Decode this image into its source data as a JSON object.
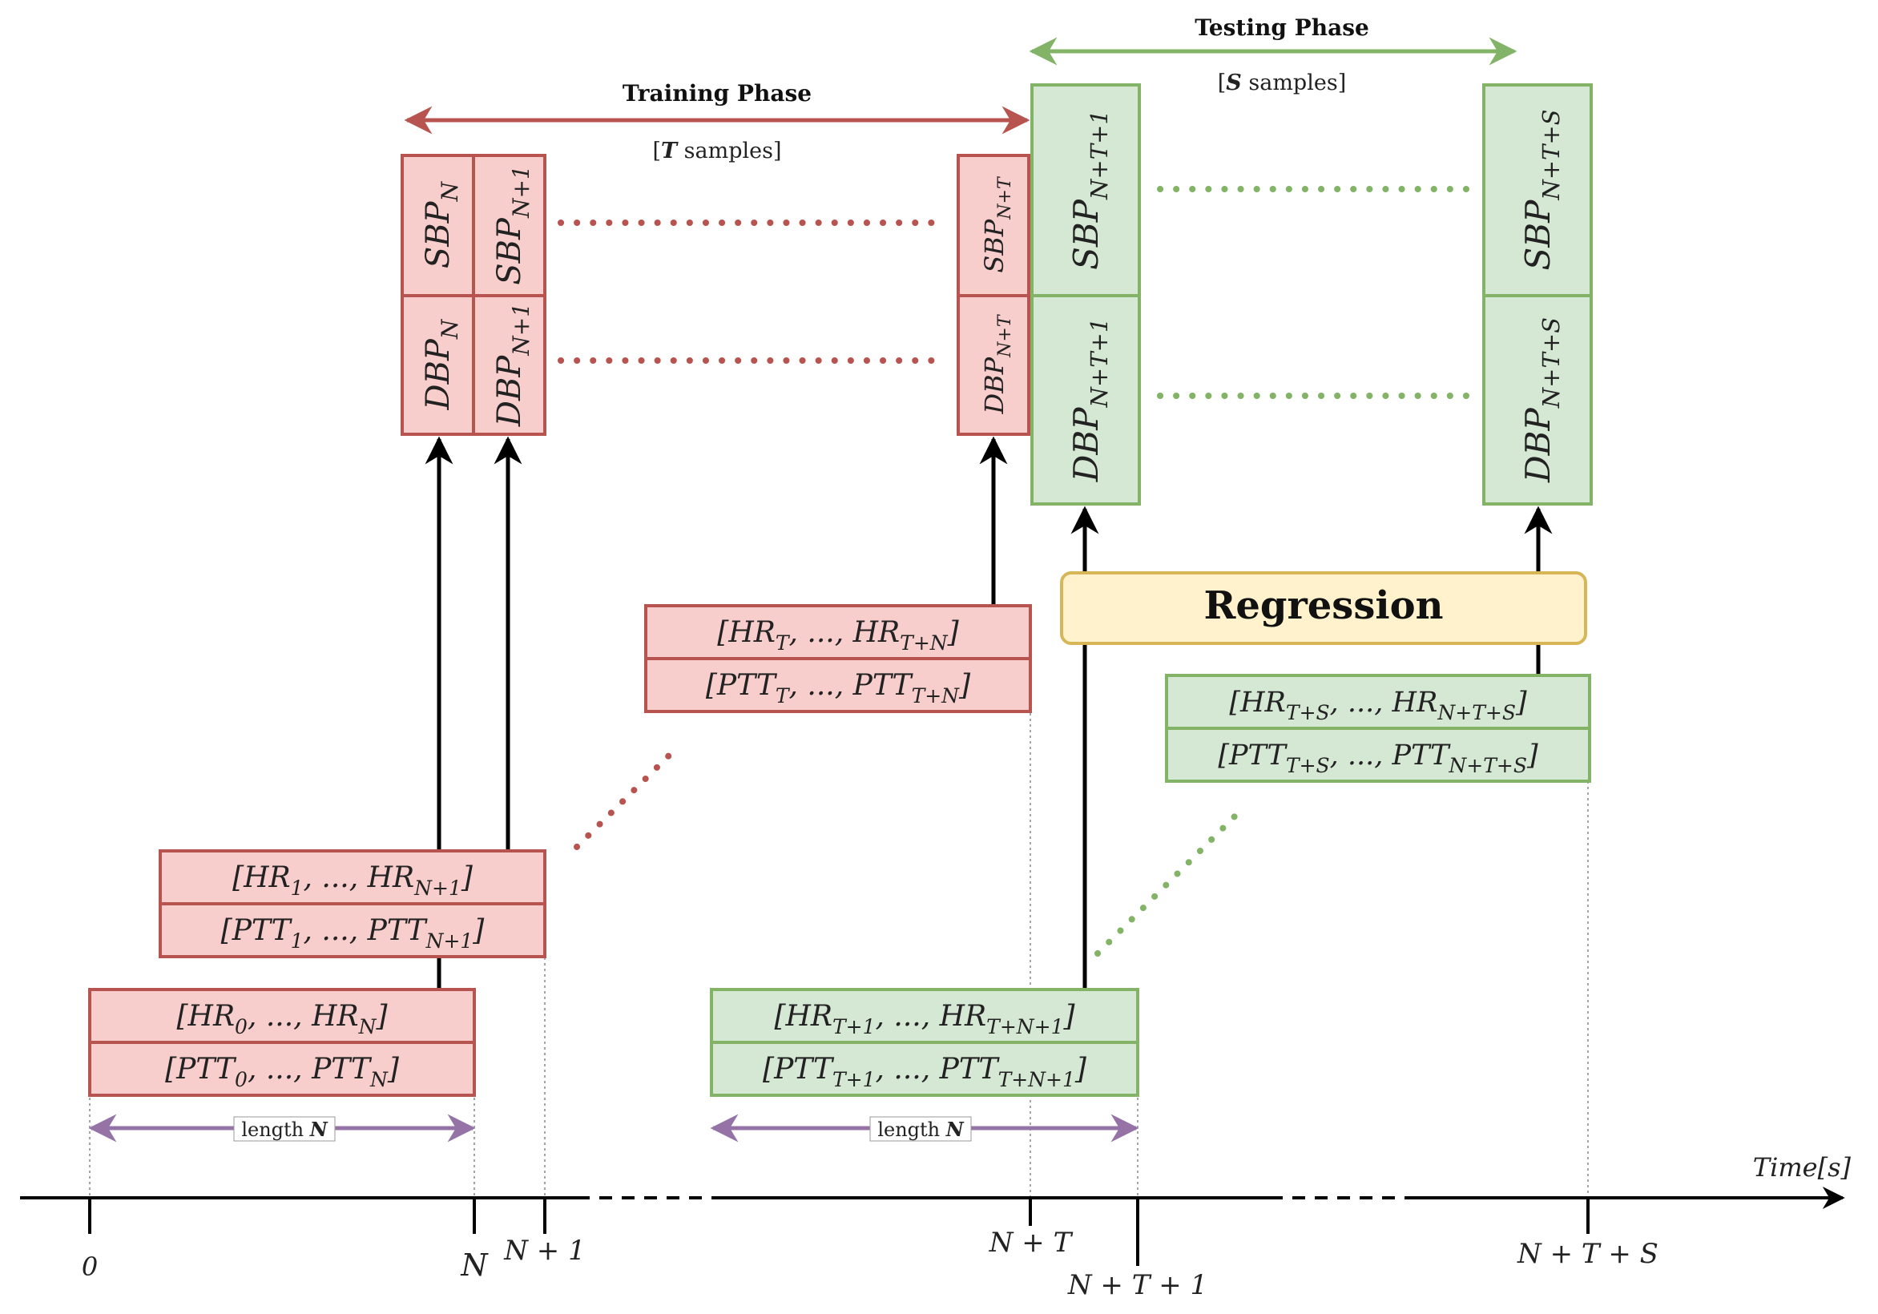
{
  "colors": {
    "training_fill": "#f8cecc",
    "training_stroke": "#b85450",
    "testing_fill": "#d5e8d4",
    "testing_stroke": "#82b366",
    "regression_fill": "#fff2cc",
    "regression_stroke": "#d6b656",
    "length_arrow": "#9673a6"
  },
  "phases": {
    "training": {
      "title": "Training Phase",
      "samples_prefix": "[",
      "samples_var": "T",
      "samples_suffix": " samples]"
    },
    "testing": {
      "title": "Testing Phase",
      "samples_prefix": "[",
      "samples_var": "S",
      "samples_suffix": " samples]"
    }
  },
  "regression": {
    "label": "Regression"
  },
  "length_label": {
    "text": "length ",
    "var": "N"
  },
  "time_axis": {
    "label": "Time[s]",
    "ticks": [
      "0",
      "N",
      "N + 1",
      "N + T",
      "N + T + 1",
      "N + T + S"
    ]
  },
  "output_boxes": {
    "sbp_n": "SBP_N",
    "dbp_n": "DBP_N",
    "sbp_n1": "SBP_N+1",
    "dbp_n1": "DBP_N+1",
    "sbp_nt": "SBP_N+T",
    "dbp_nt": "DBP_N+T",
    "sbp_nt1": "SBP_N+T+1",
    "dbp_nt1": "DBP_N+T+1",
    "sbp_nts": "SBP_N+T+S",
    "dbp_nts": "DBP_N+T+S"
  },
  "input_windows": {
    "w0": {
      "hr": "[HR_0, ..., HR_N]",
      "ptt": "[PTT_0, ..., PTT_N]"
    },
    "w1": {
      "hr": "[HR_1, ..., HR_N+1]",
      "ptt": "[PTT_1, ..., PTT_N+1]"
    },
    "wT": {
      "hr": "[HR_T, ..., HR_T+N]",
      "ptt": "[PTT_T, ..., PTT_T+N]"
    },
    "wT1": {
      "hr": "[HR_T+1, ..., HR_T+N+1]",
      "ptt": "[PTT_T+1, ..., PTT_T+N+1]"
    },
    "wTS": {
      "hr": "[HR_T+S, ..., HR_N+T+S]",
      "ptt": "[PTT_T+S, ..., PTT_N+T+S]"
    }
  }
}
